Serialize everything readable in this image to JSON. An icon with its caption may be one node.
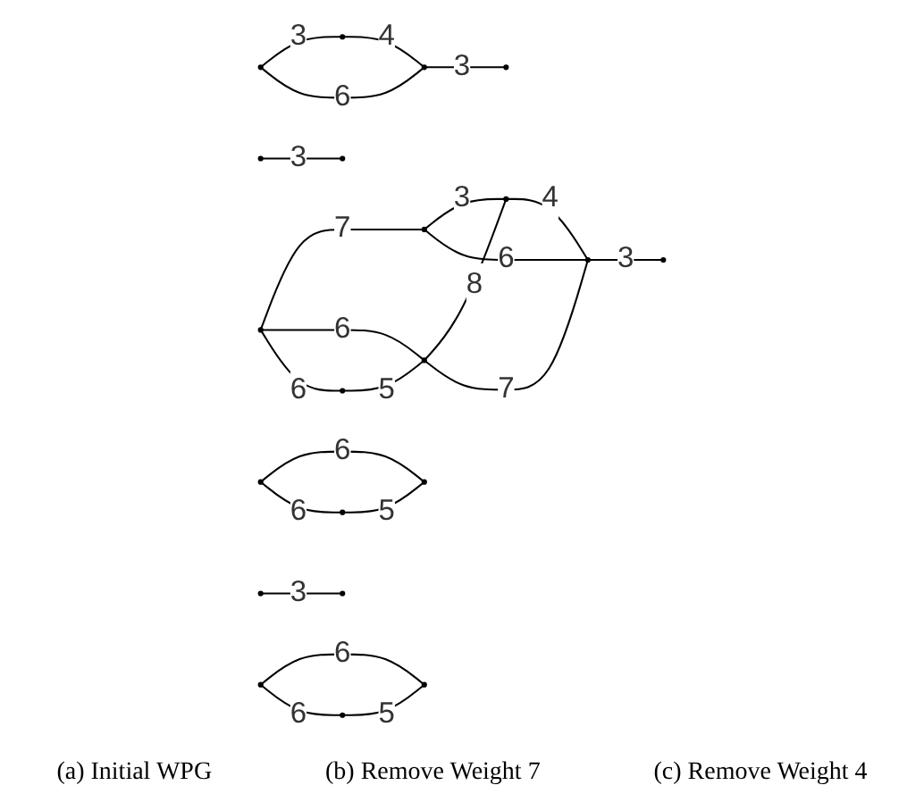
{
  "diagram": {
    "nodes": [
      {
        "text": [],
        "shape": "circle"
      },
      {
        "text": [],
        "shape": "circle"
      },
      {
        "text": [],
        "shape": "circle"
      },
      {
        "text": [],
        "shape": "circle"
      },
      {
        "text": [],
        "shape": "circle"
      },
      {
        "text": [],
        "shape": "circle"
      },
      {
        "text": [],
        "shape": "circle"
      },
      {
        "text": [],
        "shape": "circle"
      },
      {
        "text": [],
        "shape": "circle"
      },
      {
        "text": [],
        "shape": "circle"
      },
      {
        "text": [],
        "shape": "circle"
      },
      {
        "text": [],
        "shape": "circle"
      },
      {
        "text": [],
        "shape": "circle"
      },
      {
        "text": [],
        "shape": "circle"
      },
      {
        "text": [],
        "shape": "circle"
      },
      {
        "text": [],
        "shape": "circle"
      },
      {
        "text": [],
        "shape": "circle"
      },
      {
        "text": [],
        "shape": "circle"
      },
      {
        "text": [],
        "shape": "circle"
      },
      {
        "text": [],
        "shape": "circle"
      },
      {
        "text": [],
        "shape": "circle"
      }
    ],
    "edges": [
      {
        "from": 2,
        "to": 0,
        "arrow": "none",
        "label": "7"
      },
      {
        "from": 0,
        "to": 1,
        "arrow": "none",
        "label": "3"
      },
      {
        "from": 1,
        "to": 4,
        "arrow": "none",
        "label": "4"
      },
      {
        "from": 0,
        "to": 4,
        "arrow": "none",
        "label": "6"
      },
      {
        "from": 2,
        "to": 3,
        "arrow": "none",
        "label": "6"
      },
      {
        "from": 3,
        "to": 1,
        "arrow": "none",
        "label": "8"
      },
      {
        "from": 3,
        "to": 4,
        "arrow": "none",
        "label": "7"
      },
      {
        "from": 2,
        "to": 5,
        "arrow": "none",
        "label": "6"
      },
      {
        "from": 5,
        "to": 3,
        "arrow": "none",
        "label": "5"
      },
      {
        "from": 4,
        "to": 6,
        "arrow": "none",
        "label": "3"
      },
      {
        "from": 7,
        "to": 8,
        "arrow": "none",
        "label": "3"
      },
      {
        "from": 7,
        "to": 11,
        "arrow": "none",
        "label": "6"
      },
      {
        "from": 8,
        "to": 11,
        "arrow": "none",
        "label": "4"
      },
      {
        "from": 11,
        "to": 13,
        "arrow": "none",
        "label": "3"
      },
      {
        "from": 9,
        "to": 10,
        "arrow": "none",
        "label": "6"
      },
      {
        "from": 9,
        "to": 12,
        "arrow": "none",
        "label": "6"
      },
      {
        "from": 12,
        "to": 10,
        "arrow": "none",
        "label": "5"
      },
      {
        "from": 14,
        "to": 15,
        "arrow": "none",
        "label": "3"
      },
      {
        "from": 16,
        "to": 17,
        "arrow": "none",
        "label": "6"
      },
      {
        "from": 16,
        "to": 19,
        "arrow": "none",
        "label": "6"
      },
      {
        "from": 19,
        "to": 17,
        "arrow": "none",
        "label": "5"
      },
      {
        "from": 18,
        "to": 20,
        "arrow": "none",
        "label": "3"
      }
    ],
    "labels": [
      "(a) Initial WPG",
      "(b) Remove Weight 7",
      "(c) Remove Weight 4"
    ]
  }
}
